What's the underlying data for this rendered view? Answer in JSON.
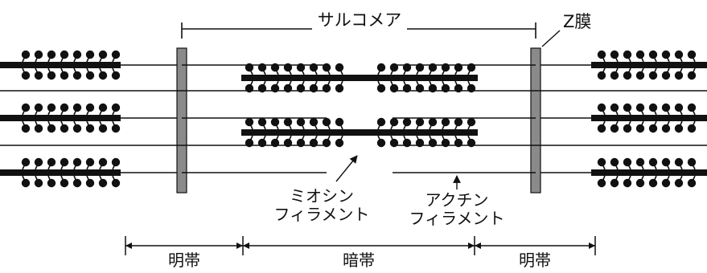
{
  "labels": {
    "sarcomere": "サルコメア",
    "z_membrane": "Z膜",
    "myosin_line1": "ミオシン",
    "myosin_line2": "フィラメント",
    "actin_line1": "アクチン",
    "actin_line2": "フィラメント",
    "light_band_left": "明帯",
    "dark_band": "暗帯",
    "light_band_right": "明帯"
  },
  "colors": {
    "ink": "#111111",
    "z_fill": "#8a8a8a",
    "background": "#ffffff"
  }
}
